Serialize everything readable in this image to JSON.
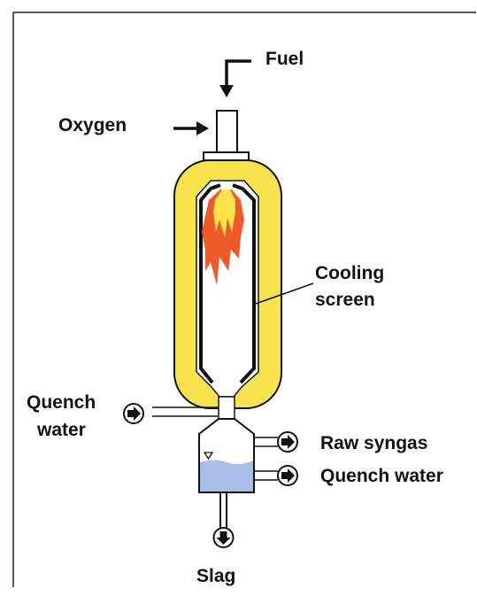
{
  "labels": {
    "fuel": "Fuel",
    "oxygen": "Oxygen",
    "cooling_screen_line1": "Cooling",
    "cooling_screen_line2": "screen",
    "quench_water_in_line1": "Quench",
    "quench_water_in_line2": "water",
    "raw_syngas": "Raw syngas",
    "quench_water_out": "Quench water",
    "slag": "Slag"
  },
  "colors": {
    "refractory": "#f7e44c",
    "flame_outer": "#f05a28",
    "flame_inner": "#fde44a",
    "water": "#aabde8",
    "outline": "#111111"
  }
}
